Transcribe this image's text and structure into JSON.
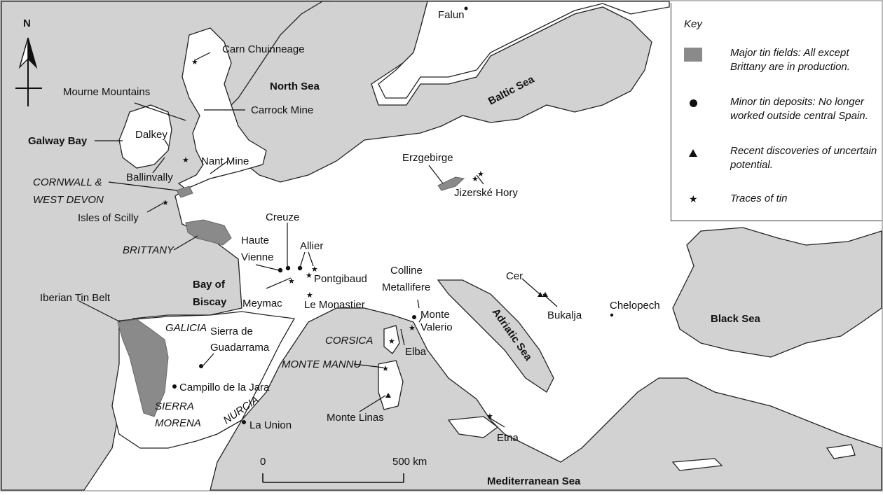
{
  "compass": {
    "label": "N"
  },
  "key": {
    "title": "Key",
    "items": [
      {
        "symbol": "major-tin-field",
        "text": "Major tin fields: All except Brittany are in production."
      },
      {
        "symbol": "minor-deposit-dot",
        "text": "Minor tin deposits: No longer worked outside central Spain."
      },
      {
        "symbol": "recent-discovery-triangle",
        "text": "Recent discoveries of uncertain potential."
      },
      {
        "symbol": "trace-star",
        "text": "Traces of tin"
      }
    ]
  },
  "seas": {
    "north_sea": "North Sea",
    "baltic_sea": "Baltic Sea",
    "bay_of_biscay_1": "Bay of",
    "bay_of_biscay_2": "Biscay",
    "adriatic_sea": "Adriatic Sea",
    "black_sea": "Black Sea",
    "mediterranean_sea": "Mediterranean Sea",
    "galway_bay": "Galway Bay"
  },
  "tin_fields": {
    "cornwall_1": "CORNWALL &",
    "cornwall_2": "WEST DEVON",
    "brittany": "BRITTANY",
    "iberian": "Iberian Tin Belt",
    "erzgebirge": "Erzgebirge"
  },
  "regions": {
    "galicia": "GALICIA",
    "sierra_morena_1": "SIERRA",
    "sierra_morena_2": "MORENA",
    "nurcia": "NURCIA",
    "corsica": "CORSICA",
    "monte_mannu": "MONTE MANNU"
  },
  "places": {
    "falun": "Falun",
    "carn_chuinneage": "Carn Chuinneage",
    "mourne_mountains": "Mourne Mountains",
    "carrock_mine": "Carrock Mine",
    "dalkey": "Dalkey",
    "ballinvally": "Ballinvally",
    "nant_mine": "Nant Mine",
    "isles_of_scilly": "Isles of Scilly",
    "jizerske_hory": "Jizerské Hory",
    "creuze": "Creuze",
    "haute_vienne_1": "Haute",
    "haute_vienne_2": "Vienne",
    "allier": "Allier",
    "pontgibaud": "Pontgibaud",
    "meymac": "Meymac",
    "le_monastier": "Le Monastier",
    "colline_1": "Colline",
    "colline_2": "Metallifere",
    "monte_valerio_1": "Monte",
    "monte_valerio_2": "Valerio",
    "elba": "Elba",
    "cer": "Cer",
    "bukalja": "Bukalja",
    "chelopech": "Chelopech",
    "sierra_guadarrama_1": "Sierra de",
    "sierra_guadarrama_2": "Guadarrama",
    "campillo": "Campillo de la Jara",
    "la_union": "La Union",
    "monte_linas": "Monte Linas",
    "etna": "Etna"
  },
  "scale_bar": {
    "start_label": "0",
    "end_label": "500 km"
  }
}
